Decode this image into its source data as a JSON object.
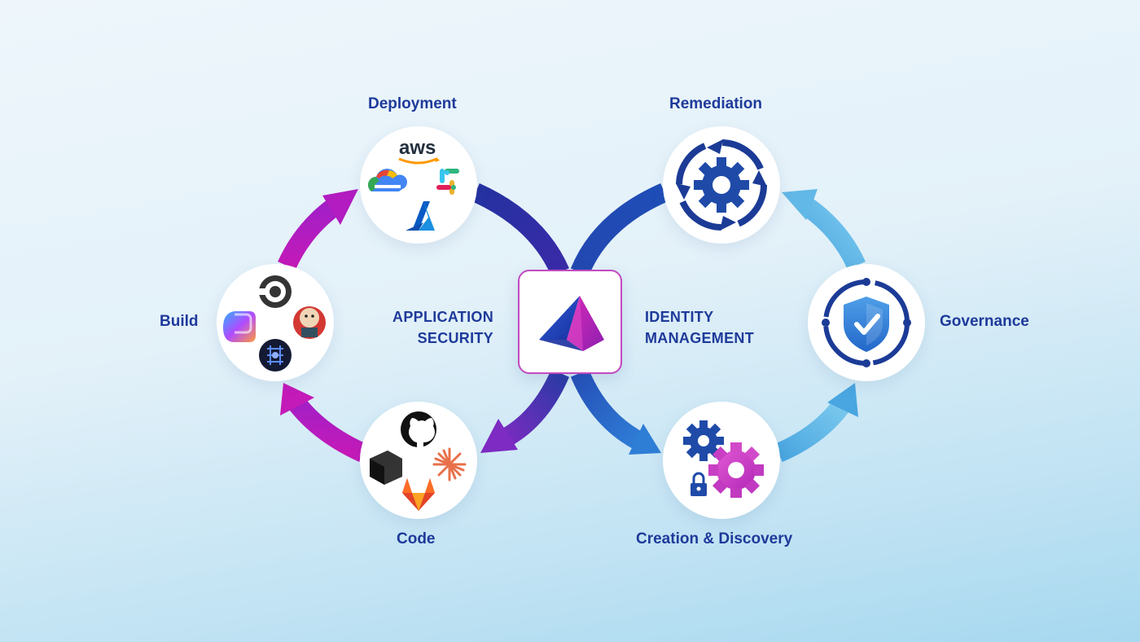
{
  "left_loop": {
    "title_line1": "APPLICATION",
    "title_line2": "SECURITY",
    "nodes": {
      "deployment": {
        "label": "Deployment",
        "icons": [
          "aws-icon",
          "google-cloud-icon",
          "slack-icon",
          "azure-icon"
        ],
        "aws_text": "aws"
      },
      "build": {
        "label": "Build",
        "icons": [
          "circleci-icon",
          "copilot-icon",
          "jenkins-icon",
          "ai-chip-icon"
        ]
      },
      "code": {
        "label": "Code",
        "icons": [
          "github-icon",
          "cube-icon",
          "starburst-icon",
          "gitlab-icon"
        ]
      }
    }
  },
  "right_loop": {
    "title_line1": "IDENTITY",
    "title_line2": "MANAGEMENT",
    "nodes": {
      "remediation": {
        "label": "Remediation",
        "icons": [
          "gear-cycle-icon"
        ]
      },
      "governance": {
        "label": "Governance",
        "icons": [
          "shield-check-icon"
        ]
      },
      "creation": {
        "label": "Creation & Discovery",
        "icons": [
          "gears-lock-icon"
        ]
      }
    }
  },
  "center": {
    "icons": [
      "prism-logo-icon"
    ]
  },
  "colors": {
    "label": "#1e3a9a",
    "magenta": "#c41ab8",
    "navy": "#2a3aa8",
    "blue": "#1f5fc4",
    "light_blue": "#62b8e6"
  }
}
